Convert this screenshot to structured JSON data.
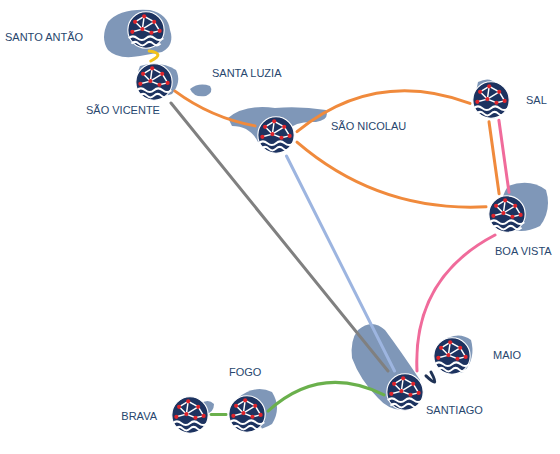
{
  "diagram": {
    "nodes": [
      {
        "text": [
          "SANTO ANTÃO"
        ]
      },
      {
        "text": [
          "SÃO VICENTE"
        ]
      },
      {
        "text": [
          "SANTA LUZIA"
        ]
      },
      {
        "text": [
          "SÃO NICOLAU"
        ]
      },
      {
        "text": [
          "SAL"
        ]
      },
      {
        "text": [
          "BOA VISTA"
        ]
      },
      {
        "text": [
          "MAIO"
        ]
      },
      {
        "text": [
          "SANTIAGO"
        ]
      },
      {
        "text": [
          "FOGO"
        ]
      },
      {
        "text": [
          "BRAVA"
        ]
      }
    ],
    "edges": [
      {
        "from": 0,
        "to": 1,
        "arrow": "none"
      },
      {
        "from": 1,
        "to": 3,
        "arrow": "none"
      },
      {
        "from": 3,
        "to": 4,
        "arrow": "none"
      },
      {
        "from": 3,
        "to": 5,
        "arrow": "none"
      },
      {
        "from": 4,
        "to": 5,
        "arrow": "none"
      },
      {
        "from": 4,
        "to": 5,
        "arrow": "none"
      },
      {
        "from": 5,
        "to": 7,
        "arrow": "none"
      },
      {
        "from": 1,
        "to": 7,
        "arrow": "none"
      },
      {
        "from": 3,
        "to": 7,
        "arrow": "none"
      },
      {
        "from": 7,
        "to": 6,
        "arrow": "none"
      },
      {
        "from": 7,
        "to": 8,
        "arrow": "none"
      },
      {
        "from": 8,
        "to": 9,
        "arrow": "none"
      }
    ]
  }
}
